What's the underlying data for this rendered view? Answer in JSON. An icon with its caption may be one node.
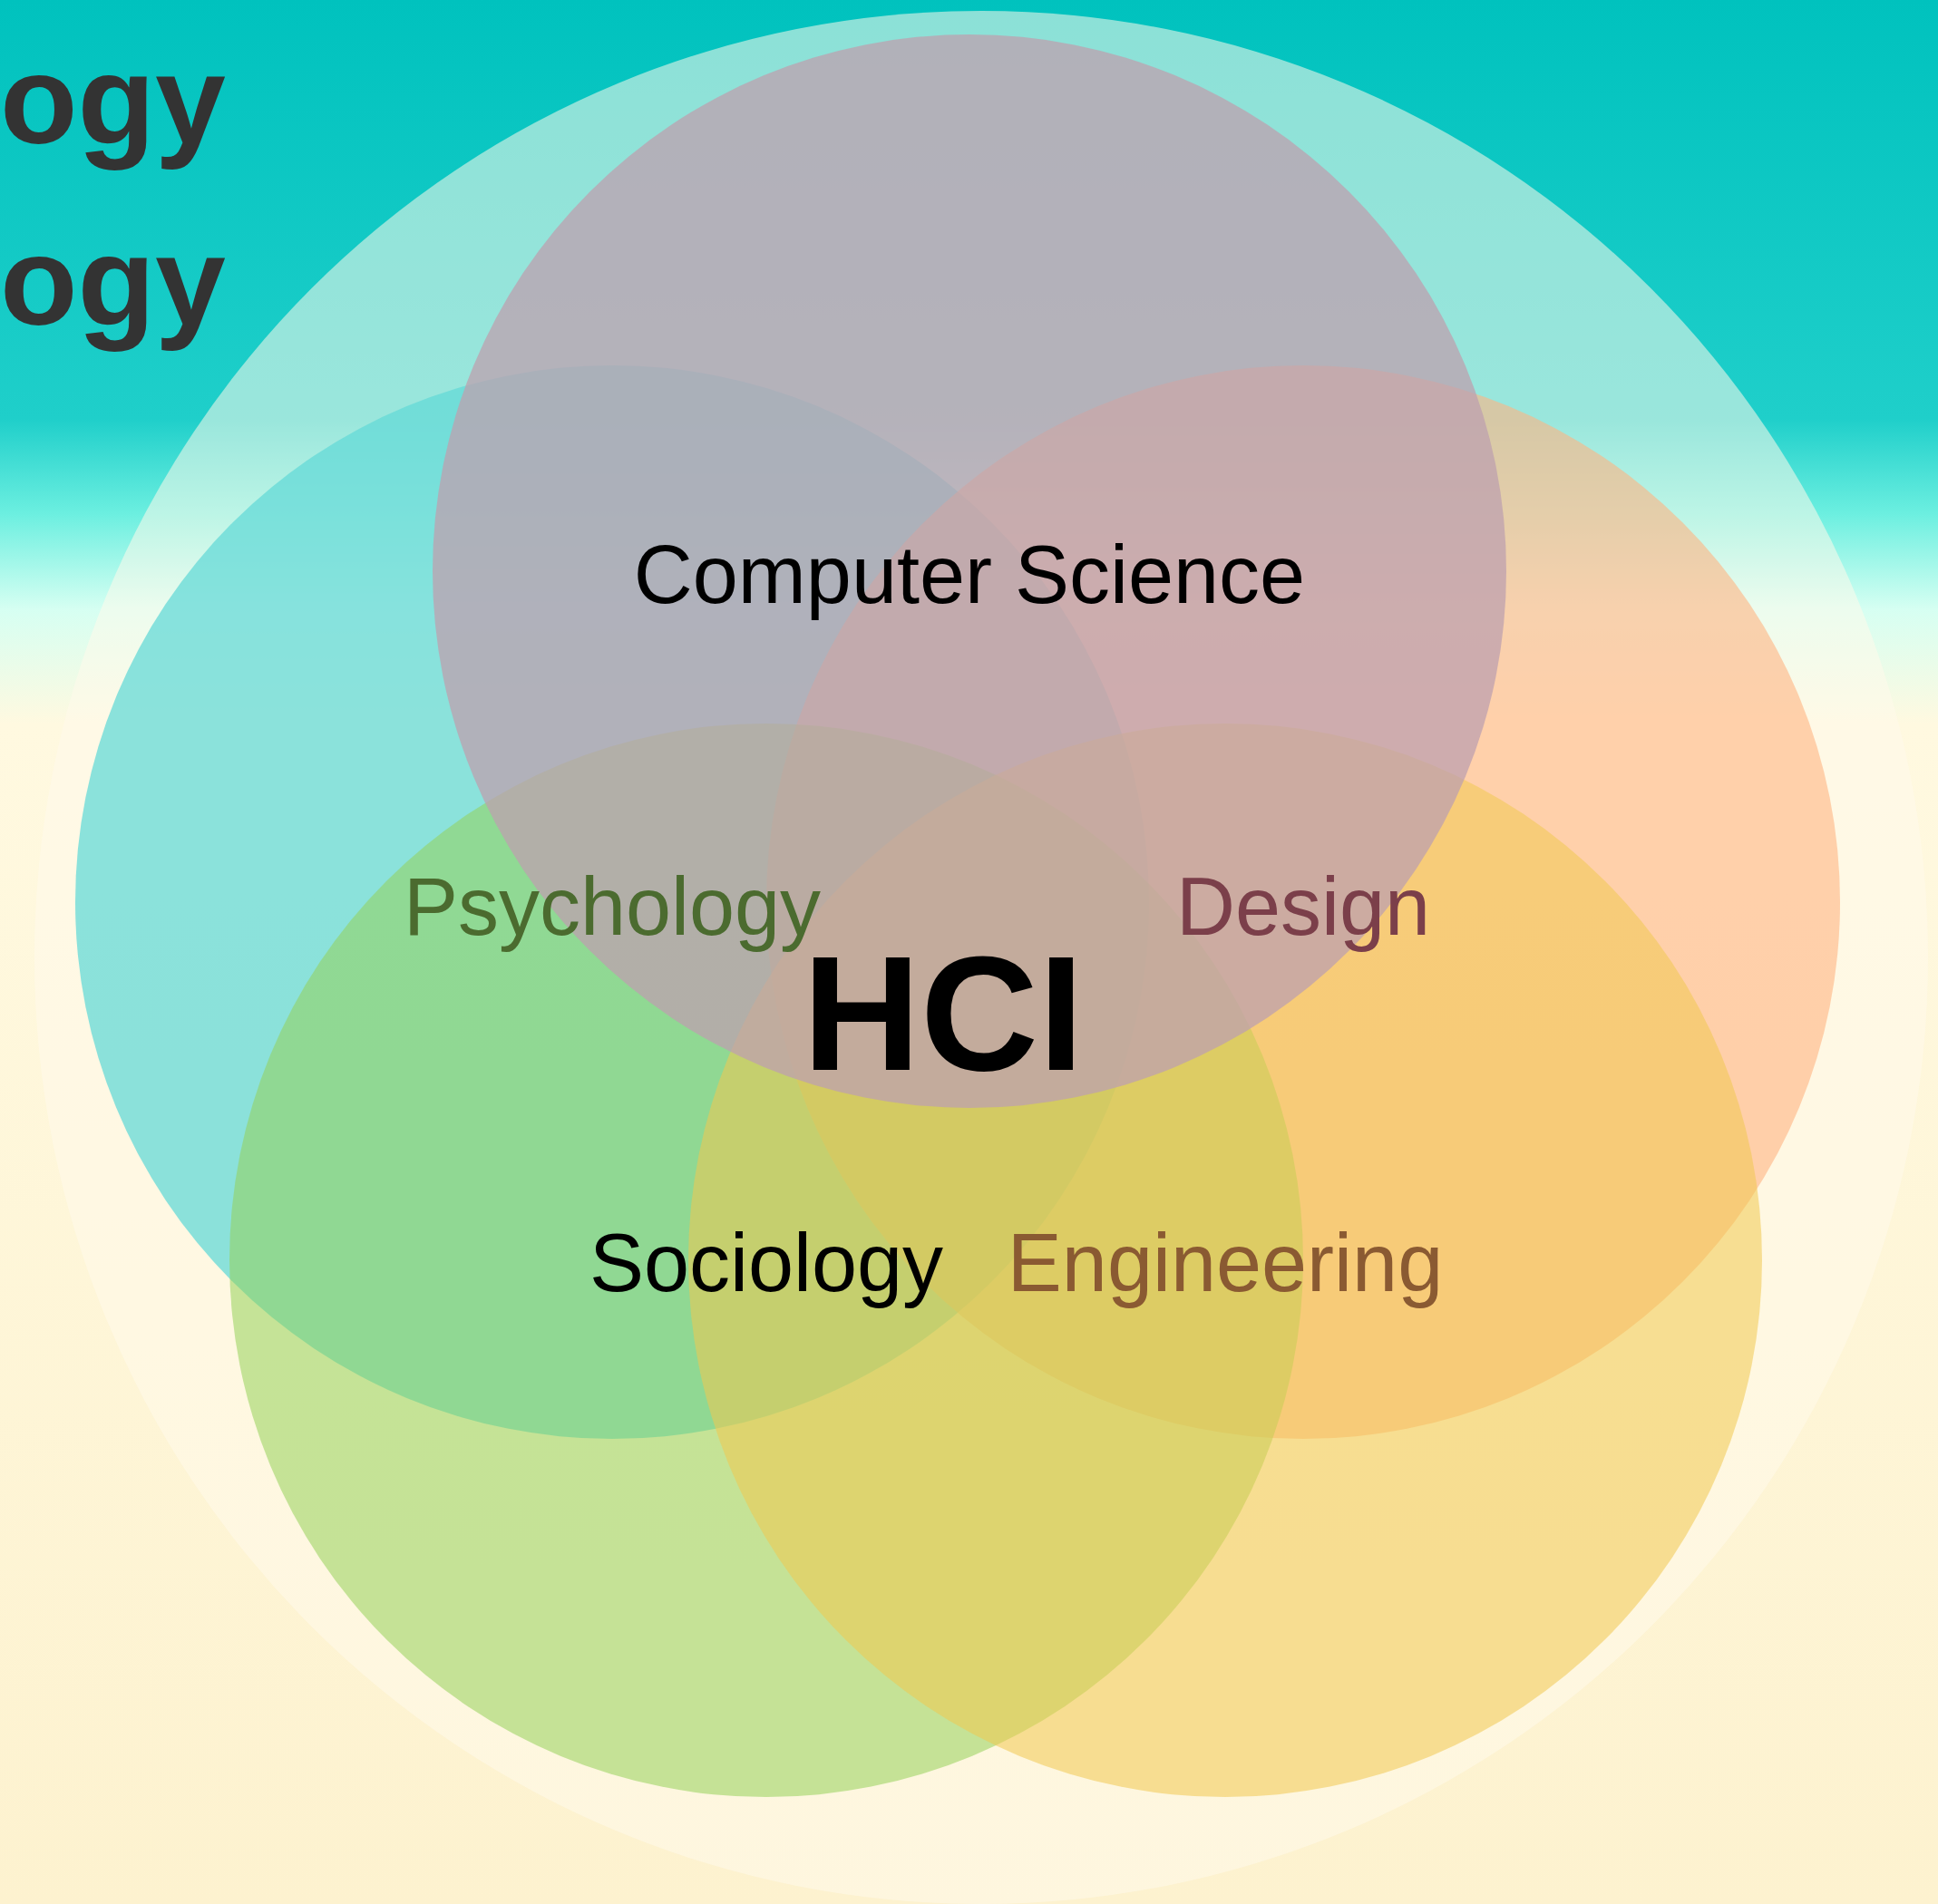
{
  "diagram": {
    "nodes": [
      {
        "text": [],
        "shape": "circle"
      },
      {
        "text": [
          "Computer Science"
        ],
        "in": 0
      },
      {
        "text": [
          "Psychology"
        ],
        "in": 0
      },
      {
        "text": [
          "Design"
        ],
        "in": 0
      },
      {
        "text": [
          "Sociology"
        ],
        "in": 0
      },
      {
        "text": [
          "Engineering"
        ],
        "in": 0
      }
    ],
    "labels": [
      "ogy",
      "ogy",
      "HCI"
    ]
  }
}
